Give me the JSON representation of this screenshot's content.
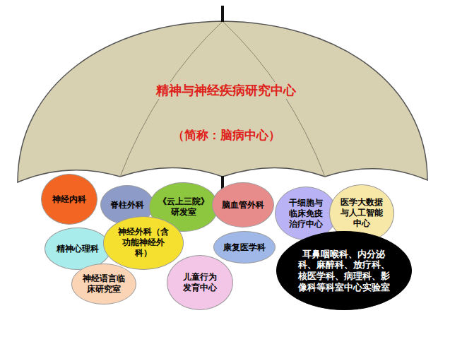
{
  "diagram": {
    "nodes": [
      {
        "text": [
          "精神与神经疾病研究中心",
          "（简称：脑病中心）"
        ]
      },
      {
        "text": [
          "神经内科"
        ]
      },
      {
        "text": [
          "脊柱外科"
        ]
      },
      {
        "text": [
          "《云上三院》研发室"
        ]
      },
      {
        "text": [
          "脑血管外科"
        ]
      },
      {
        "text": [
          "干细胞与临床免疫治疗中心"
        ]
      },
      {
        "text": [
          "医学大数据与人工智能中心"
        ]
      },
      {
        "text": [
          "精神心理科"
        ]
      },
      {
        "text": [
          "神经外科（含功能神经外科）"
        ]
      },
      {
        "text": [
          "康复医学科"
        ]
      },
      {
        "text": [
          "神经语言临床研究室"
        ]
      },
      {
        "text": [
          "儿童行为发育中心"
        ]
      },
      {
        "text": [
          "耳鼻咽喉科、内分泌科、麻醉科、放疗科、核医学科、病理科、影像科等科室中心实验室"
        ]
      }
    ]
  }
}
